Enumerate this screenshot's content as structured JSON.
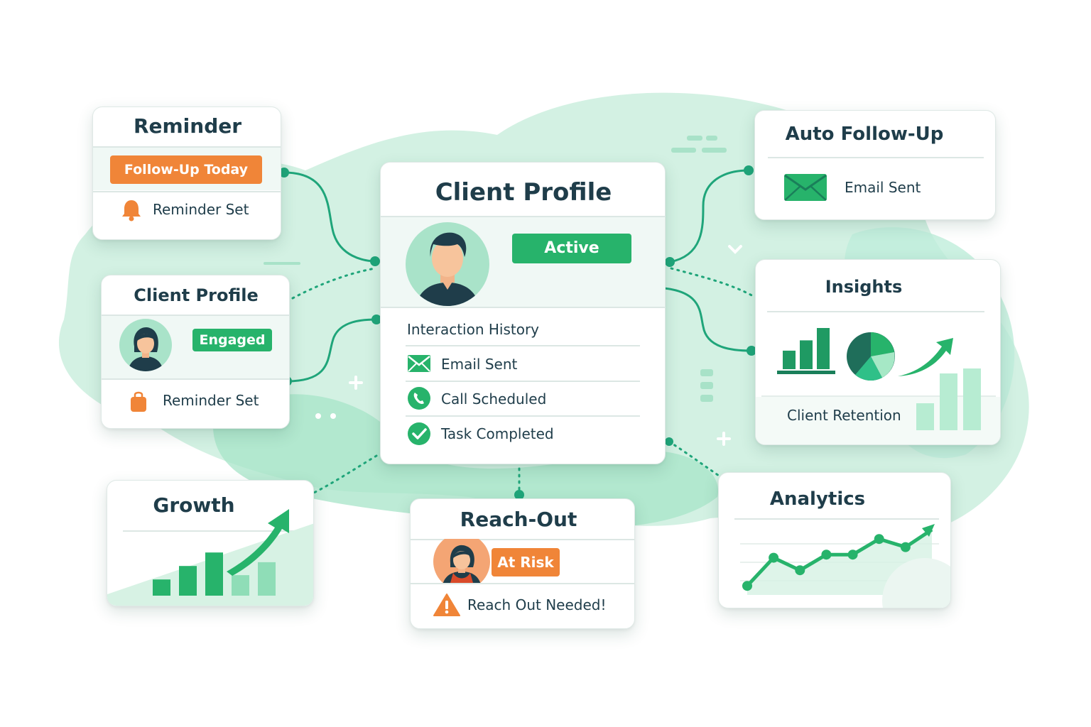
{
  "colors": {
    "green": "#27b36b",
    "dark_green": "#1a7f5a",
    "orange": "#f08538",
    "navy": "#1f3d4a",
    "blob": "#cfeee0"
  },
  "reminder_card": {
    "title": "Reminder",
    "badge": "Follow-Up Today",
    "row_label": "Reminder Set",
    "row_icon": "bell-icon"
  },
  "client_card_small": {
    "title": "Client Profile",
    "badge": "Engaged",
    "row_label": "Reminder Set",
    "row_icon": "bag-icon",
    "avatar": "female-avatar-icon"
  },
  "client_card_main": {
    "title": "Client Profile",
    "status": "Active",
    "avatar": "male-avatar-icon",
    "history_heading": "Interaction History",
    "history": [
      {
        "label": "Email Sent",
        "icon": "envelope-icon"
      },
      {
        "label": "Call Scheduled",
        "icon": "phone-icon"
      },
      {
        "label": "Task Completed",
        "icon": "check-circle-icon"
      }
    ]
  },
  "auto_followup_card": {
    "title": "Auto Follow-Up",
    "row_label": "Email Sent",
    "row_icon": "envelope-icon"
  },
  "insights_card": {
    "title": "Insights",
    "footer_label": "Client Retention",
    "bar_values": [
      0.45,
      0.7,
      1.0
    ],
    "retention_bars": [
      0.38,
      0.8,
      0.87
    ]
  },
  "growth_card": {
    "title": "Growth",
    "bar_values": [
      0.3,
      0.55,
      0.8,
      0.38,
      0.62
    ]
  },
  "reachout_card": {
    "title": "Reach-Out",
    "badge": "At Risk",
    "row_label": "Reach Out Needed!",
    "row_icon": "warning-icon",
    "avatar": "female-avatar-icon"
  },
  "analytics_card": {
    "title": "Analytics",
    "line_values": [
      0.1,
      0.55,
      0.35,
      0.6,
      0.6,
      0.85,
      0.72,
      1.0
    ]
  }
}
